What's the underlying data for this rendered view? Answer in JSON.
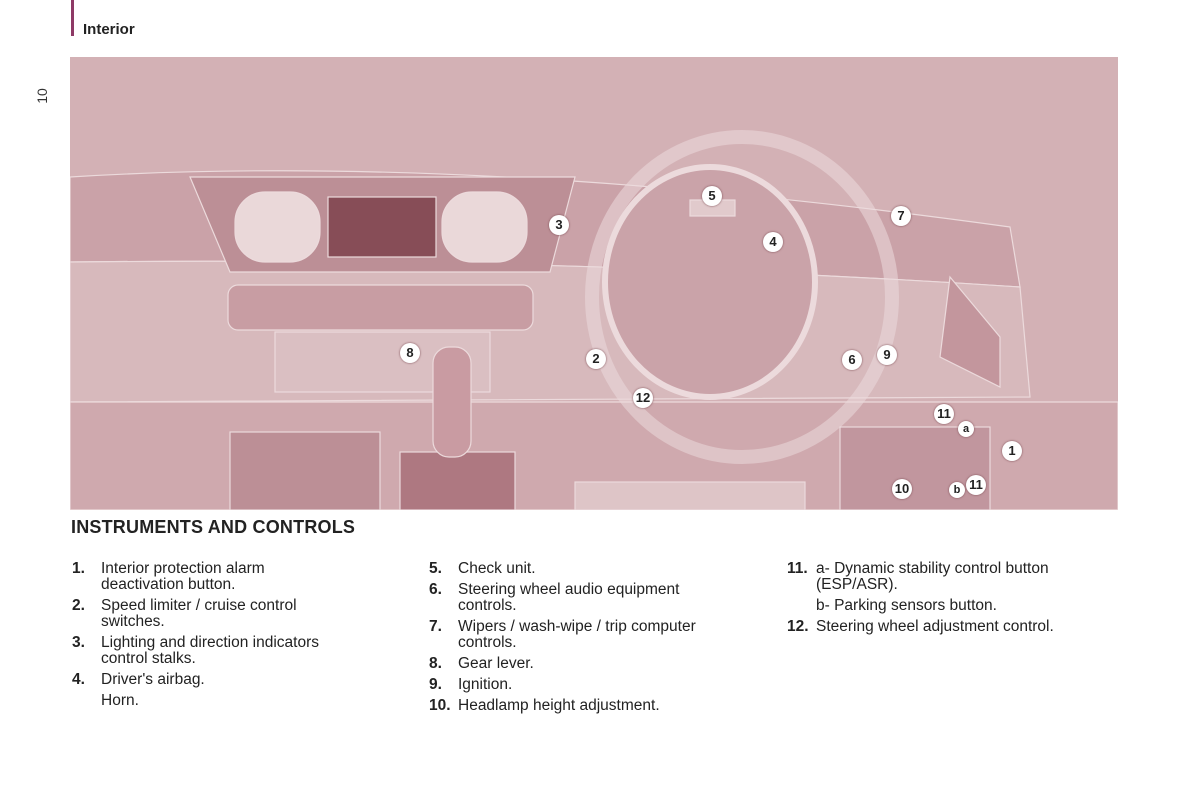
{
  "header": {
    "section": "Interior",
    "page_number": "10"
  },
  "illustration": {
    "callouts": [
      "1",
      "2",
      "3",
      "4",
      "5",
      "6",
      "7",
      "8",
      "9",
      "10",
      "11",
      "11",
      "12",
      "a",
      "b"
    ]
  },
  "title": "INSTRUMENTS AND CONTROLS",
  "columns": [
    [
      {
        "num": "1.",
        "text": "Interior protection alarm\ndeactivation button."
      },
      {
        "num": "2.",
        "text": "Speed limiter / cruise control\nswitches."
      },
      {
        "num": "3.",
        "text": "Lighting and direction indicators\ncontrol stalks."
      },
      {
        "num": "4.",
        "text": "Driver's airbag.",
        "sub": "Horn."
      }
    ],
    [
      {
        "num": "5.",
        "text": "Check unit."
      },
      {
        "num": "6.",
        "text": "Steering wheel audio equipment\ncontrols."
      },
      {
        "num": "7.",
        "text": "Wipers / wash-wipe / trip computer\ncontrols."
      },
      {
        "num": "8.",
        "text": "Gear lever."
      },
      {
        "num": "9.",
        "text": "Ignition."
      },
      {
        "num": "10.",
        "text": "Headlamp height adjustment."
      }
    ],
    [
      {
        "num": "11.",
        "text": "a- Dynamic stability control button\n(ESP/ASR).",
        "sub": "b- Parking sensors button."
      },
      {
        "num": "12.",
        "text": "Steering wheel adjustment control."
      }
    ]
  ],
  "colors": {
    "accent": "#8e3a66",
    "illustration_bg": "#d3b1b5"
  }
}
